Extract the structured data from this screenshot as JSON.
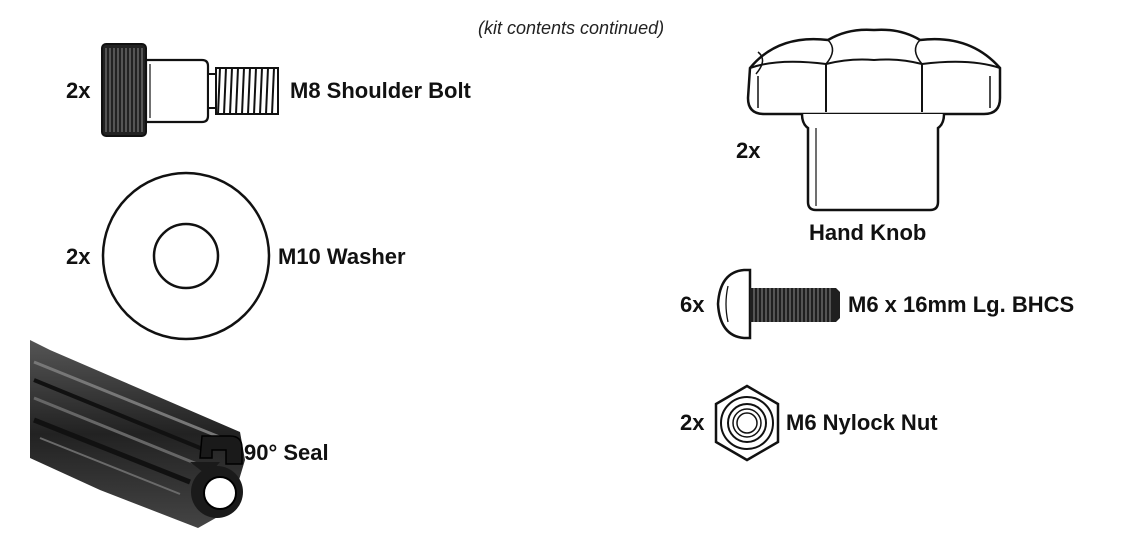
{
  "header": {
    "caption": "(kit contents continued)"
  },
  "parts": {
    "shoulder_bolt": {
      "qty": "2x",
      "name": "M8 Shoulder Bolt",
      "icon": "shoulder-bolt-icon"
    },
    "washer": {
      "qty": "2x",
      "name": "M10 Washer",
      "icon": "washer-icon"
    },
    "seal": {
      "name": "90° Seal",
      "icon": "seal-profile-icon"
    },
    "hand_knob": {
      "qty": "2x",
      "name": "Hand Knob",
      "icon": "hand-knob-icon"
    },
    "bhcs": {
      "qty": "6x",
      "name": "M6 x 16mm Lg. BHCS",
      "icon": "button-head-screw-icon"
    },
    "nut": {
      "qty": "2x",
      "name": "M6 Nylock Nut",
      "icon": "nylock-nut-icon"
    }
  }
}
